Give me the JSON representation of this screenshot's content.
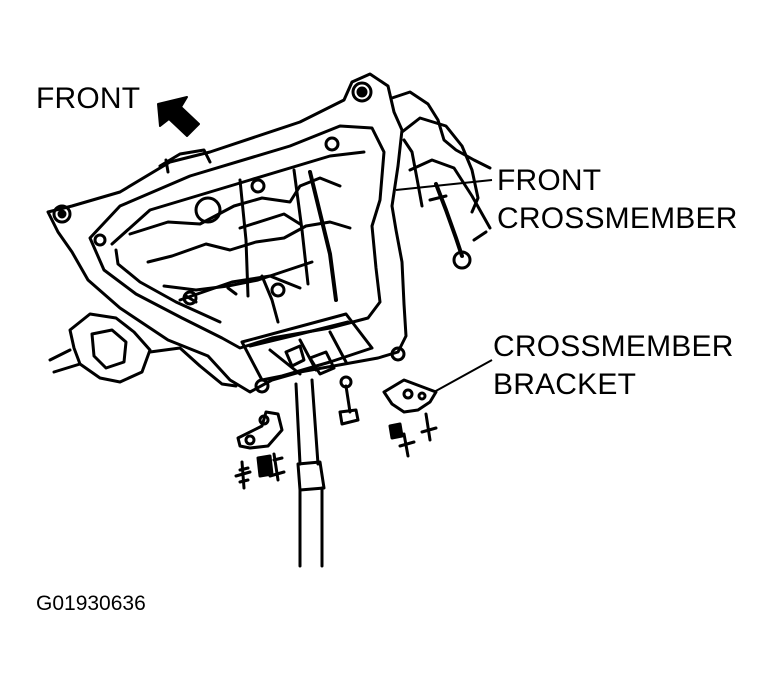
{
  "labels": {
    "front": "FRONT",
    "front_crossmember_line1": "FRONT",
    "front_crossmember_line2": "CROSSMEMBER",
    "crossmember_bracket_line1": "CROSSMEMBER",
    "crossmember_bracket_line2": "BRACKET"
  },
  "figure_code": "G01930636",
  "icons": {
    "direction_arrow": "arrow-up-left-icon"
  }
}
